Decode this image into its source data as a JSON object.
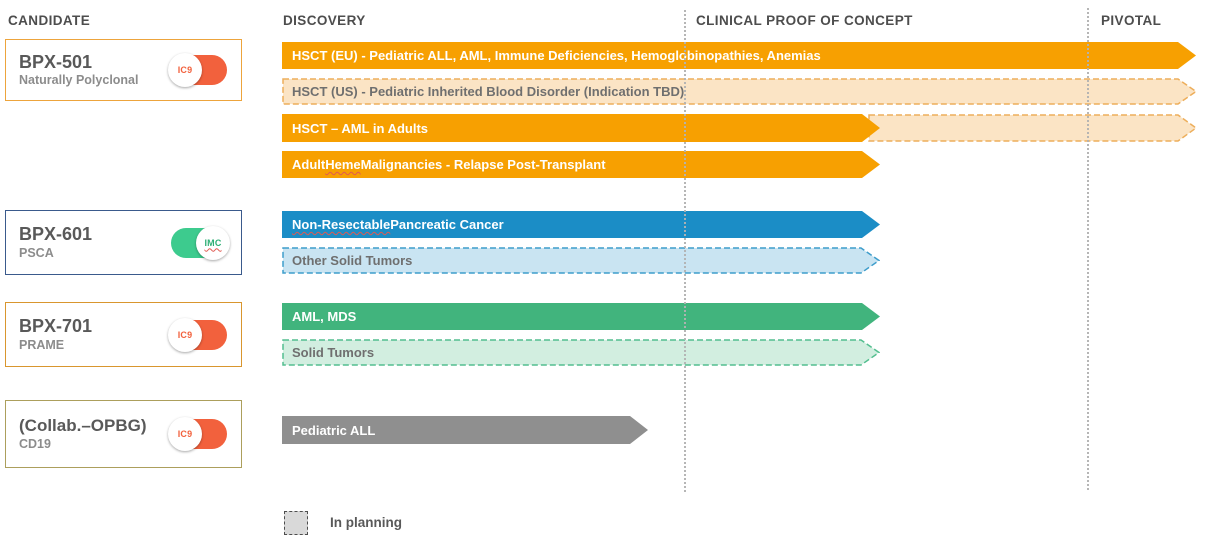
{
  "header": {
    "columns": [
      {
        "label": "CANDIDATE"
      },
      {
        "label": "DISCOVERY"
      },
      {
        "label": "CLINICAL PROOF OF CONCEPT"
      },
      {
        "label": "PIVOTAL"
      }
    ]
  },
  "candidates": [
    {
      "name": "BPX-501",
      "subtitle": "Naturally Polyclonal",
      "switch": "IC9"
    },
    {
      "name": "BPX-601",
      "subtitle": "PSCA",
      "switch": "IMC"
    },
    {
      "name": "BPX-701",
      "subtitle": "PRAME",
      "switch": "IC9"
    },
    {
      "name": "(Collab.–OPBG)",
      "subtitle": "CD19",
      "switch": "IC9"
    }
  ],
  "programs": [
    {
      "label": "HSCT (EU) - Pediatric ALL, AML, Immune Deficiencies, Hemoglobinopathies, Anemias",
      "candidate": "BPX-501",
      "in_planning": false,
      "extent": "pivotal"
    },
    {
      "label": "HSCT (US) - Pediatric Inherited Blood Disorder (Indication TBD)",
      "candidate": "BPX-501",
      "in_planning": true,
      "extent": "pivotal"
    },
    {
      "label": "HSCT – AML in Adults",
      "candidate": "BPX-501",
      "in_planning": false,
      "extent": "clinical-proof-of-concept",
      "planned_extension_extent": "pivotal"
    },
    {
      "label": "Adult Heme Malignancies - Relapse Post-Transplant",
      "candidate": "BPX-501",
      "in_planning": false,
      "extent": "clinical-proof-of-concept",
      "parts": {
        "pre": "Adult ",
        "squiggle": "Heme",
        "post": " Malignancies - Relapse Post-Transplant"
      }
    },
    {
      "label": "Non-Resectable Pancreatic Cancer",
      "candidate": "BPX-601",
      "in_planning": false,
      "extent": "clinical-proof-of-concept",
      "parts": {
        "pre": "",
        "squiggle": "Non-Resectable",
        "post": " Pancreatic Cancer"
      }
    },
    {
      "label": "Other Solid Tumors",
      "candidate": "BPX-601",
      "in_planning": true,
      "extent": "clinical-proof-of-concept"
    },
    {
      "label": "AML, MDS",
      "candidate": "BPX-701",
      "in_planning": false,
      "extent": "clinical-proof-of-concept"
    },
    {
      "label": "Solid Tumors",
      "candidate": "BPX-701",
      "in_planning": true,
      "extent": "clinical-proof-of-concept"
    },
    {
      "label": "Pediatric ALL",
      "candidate": "(Collab.–OPBG)",
      "in_planning": false,
      "extent": "discovery"
    }
  ],
  "legend": {
    "label": "In planning"
  },
  "colors": {
    "active_orange": "#F7A001",
    "planned_orange_fill": "#FBE4C5",
    "planned_orange_border": "#EDAE5B",
    "active_blue": "#1B8DC6",
    "planned_blue_fill": "#C9E4F2",
    "planned_blue_border": "#3E9DCB",
    "active_green": "#41B47D",
    "planned_green_fill": "#D2EEE0",
    "planned_green_border": "#53BE8F",
    "active_gray": "#8F8F8F",
    "switch_orange": "#F2613D",
    "switch_green": "#3DCB8E",
    "candidate_border_orange": "#EDA43C",
    "candidate_border_navy": "#3A5A8C",
    "candidate_border_gold": "#D9962E",
    "candidate_border_olive": "#AC9F5C",
    "legend_fill": "#D9D9D9"
  }
}
